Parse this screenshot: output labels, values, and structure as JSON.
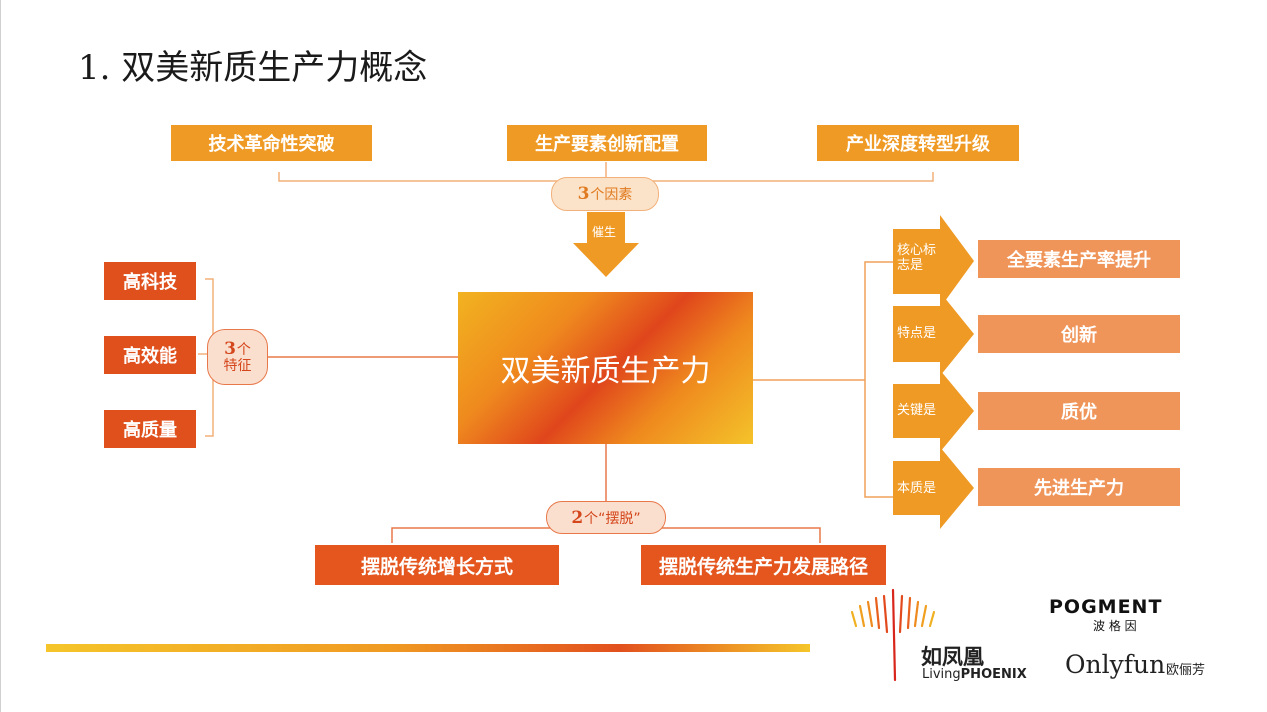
{
  "title": "1. 双美新质生产力概念",
  "top_factors": [
    "技术革命性突破",
    "生产要素创新配置",
    "产业深度转型升级"
  ],
  "factor_pill": {
    "num": "3",
    "text": "个因素"
  },
  "birth_label": "催生",
  "center": "双美新质生产力",
  "features_pill": {
    "num": "3",
    "unit": "个",
    "text": "特征"
  },
  "features": [
    "高科技",
    "高效能",
    "高质量"
  ],
  "right_items": [
    {
      "arrow": "核心标志是",
      "value": "全要素生产率提升"
    },
    {
      "arrow": "特点是",
      "value": "创新"
    },
    {
      "arrow": "关键是",
      "value": "质优"
    },
    {
      "arrow": "本质是",
      "value": "先进生产力"
    }
  ],
  "bottom_pill": {
    "num": "2",
    "text": "个“摆脱”"
  },
  "bottom_items": [
    "摆脱传统增长方式",
    "摆脱传统生产力发展路径"
  ],
  "logos": {
    "pogment_en": "POGMENT",
    "pogment_cn": "波 格 因",
    "phoenix_cn": "如凤凰",
    "phoenix_en_1": "Living",
    "phoenix_en_2": "PHOENIX",
    "onlyfun": "Onlyfun",
    "onlyfun_cn": "欧俪芳"
  },
  "colors": {
    "orange": "#ef9a24",
    "red_orange": "#e0501d",
    "salmon": "#f0955a",
    "line": "#f2b07a"
  }
}
